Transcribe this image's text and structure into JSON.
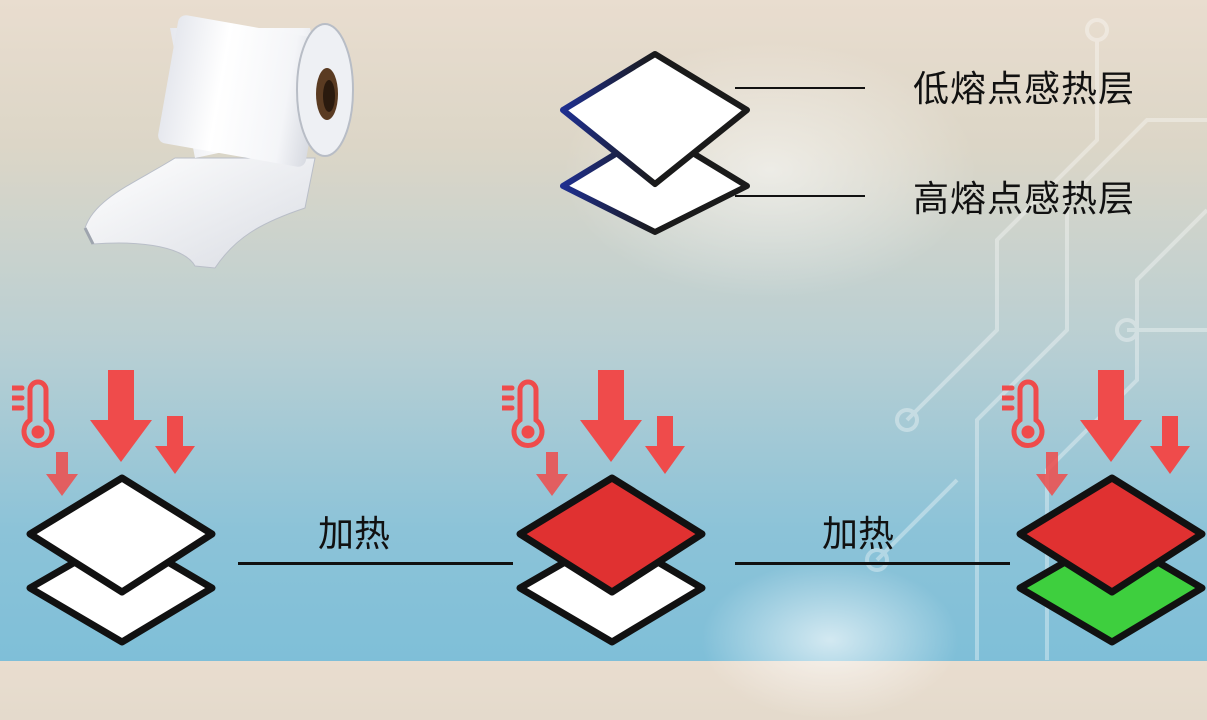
{
  "legend": {
    "top_layer_label": "低熔点感热层",
    "bottom_layer_label": "高熔点感热层"
  },
  "process": {
    "step1_label": "加热",
    "step2_label": "加热"
  },
  "stages": [
    {
      "top_color": "#ffffff",
      "bottom_color": "#ffffff"
    },
    {
      "top_color": "#e03131",
      "bottom_color": "#ffffff"
    },
    {
      "top_color": "#e03131",
      "bottom_color": "#3ecf3e"
    }
  ],
  "colors": {
    "arrow": "#ef4b4b",
    "thermometer": "#ef4b4b",
    "legend_outline": "#1f2f8f"
  },
  "icons": [
    "paper-roll-icon",
    "thermometer-icon",
    "down-arrow-icon"
  ]
}
